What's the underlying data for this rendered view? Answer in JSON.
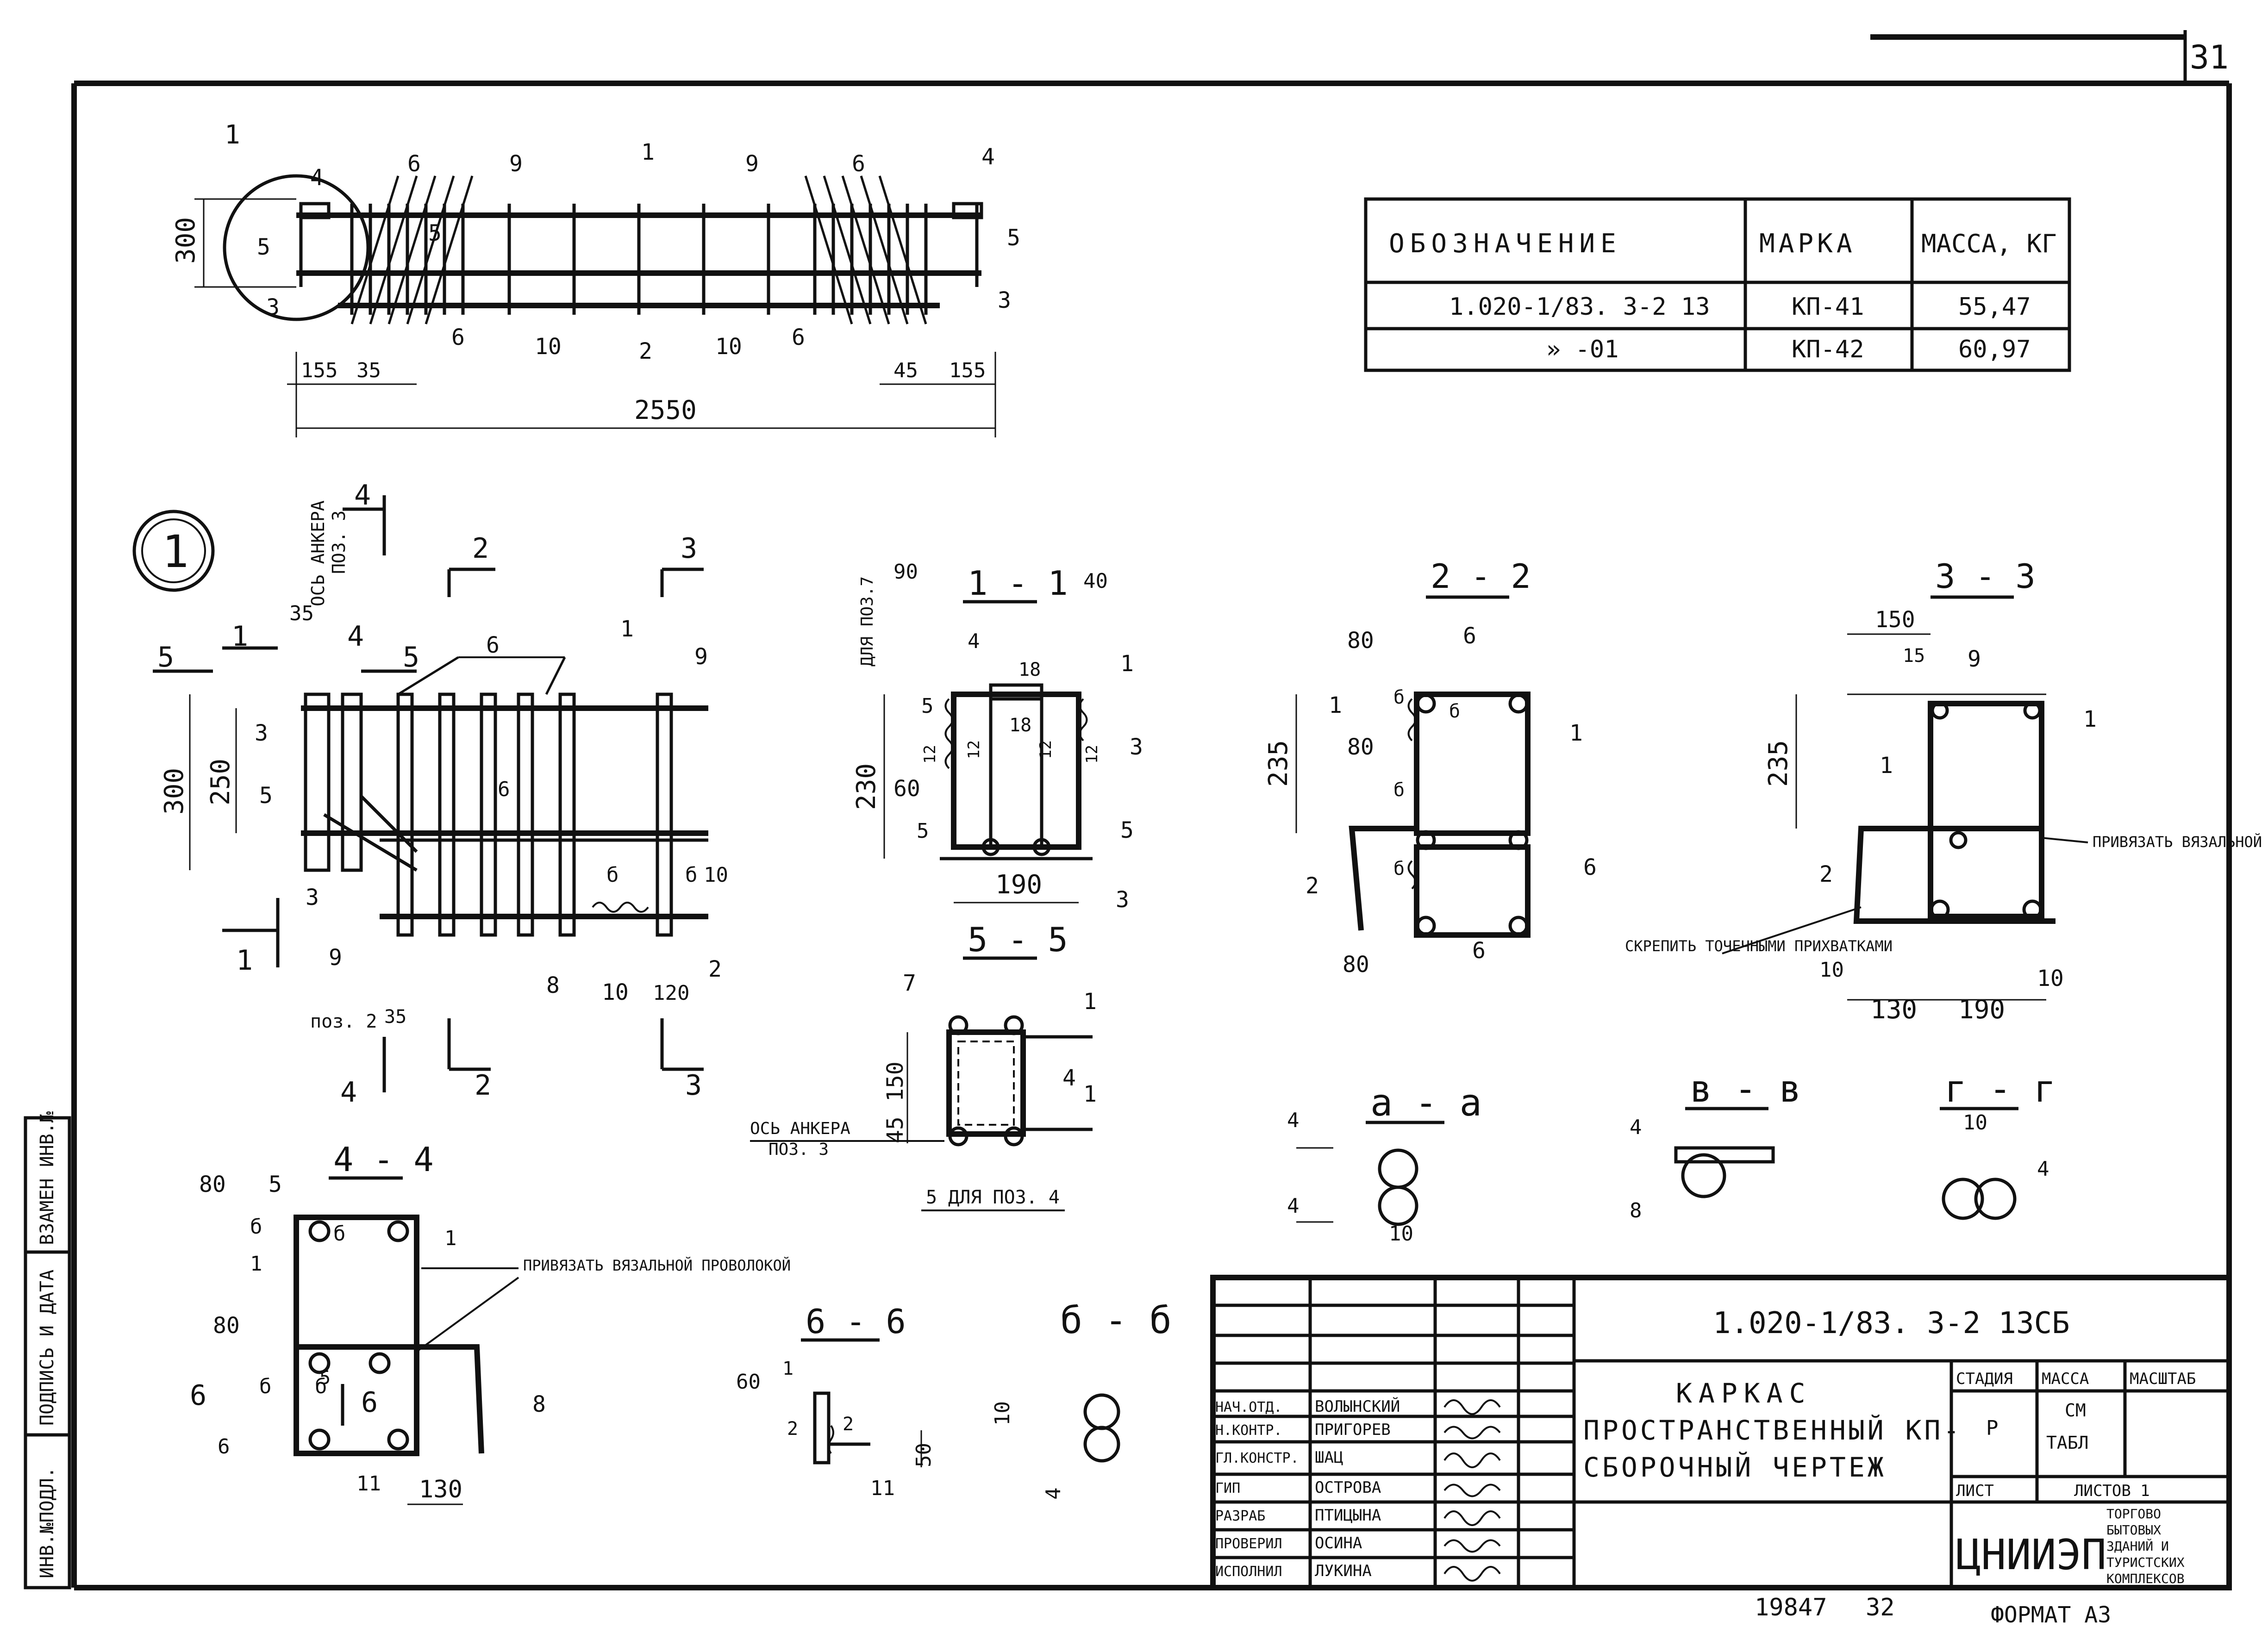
{
  "sheet": {
    "page_number": "31",
    "frame_label": "19847",
    "frame_label_2": "32",
    "format": "ФОРМАТ А3"
  },
  "spec_table": {
    "headers": [
      "ОБОЗНАЧЕНИЕ",
      "МАРКА",
      "МАССА, КГ"
    ],
    "rows": [
      [
        "1.020-1/83. 3-2 13",
        "КП-41",
        "55,47"
      ],
      [
        "»  -01",
        "КП-42",
        "60,97"
      ]
    ]
  },
  "elevation": {
    "dims": {
      "height": "300",
      "length": "2550",
      "d155_left": "155",
      "d35": "35",
      "d45": "45",
      "d155_right": "155"
    },
    "callouts": [
      "1",
      "4",
      "6",
      "9",
      "1",
      "9",
      "6",
      "4",
      "5",
      "3",
      "5",
      "5",
      "3",
      "6",
      "10",
      "2",
      "10",
      "6"
    ]
  },
  "detail_1": {
    "circle_label": "1",
    "axis_label": "ОСЬ АНКЕРА",
    "axis_label_2": "ПОЗ. 3",
    "dims": {
      "d300": "300",
      "d250": "250",
      "d35": "35",
      "d120": "120",
      "pos2": "поз. 2",
      "pos2_35": "35"
    },
    "cut_labels": [
      "5",
      "1",
      "4",
      "5",
      "4",
      "2",
      "3",
      "1",
      "4",
      "2",
      "3"
    ],
    "callouts": [
      "6",
      "1",
      "9",
      "3",
      "5",
      "3",
      "6",
      "б",
      "б",
      "9",
      "8",
      "10",
      "2",
      "10"
    ]
  },
  "section_1_1": {
    "title": "1 - 1",
    "dims": {
      "d90": "90",
      "d40": "40",
      "d18": "18",
      "d18b": "18",
      "d230": "230",
      "d60": "60",
      "d190": "190"
    },
    "note": "ДЛЯ ПОЗ.7",
    "callouts": [
      "4",
      "1",
      "5",
      "3",
      "5",
      "5",
      "3",
      "12",
      "12",
      "12",
      "12"
    ]
  },
  "section_5_5": {
    "title": "5 - 5",
    "dims": {
      "d150": "150",
      "d45": "45"
    },
    "axis_label": "ОСЬ АНКЕРА",
    "axis_label_2": "ПОЗ. 3",
    "note": "5 ДЛЯ ПОЗ. 4",
    "callouts": [
      "7",
      "1",
      "4",
      "1"
    ]
  },
  "section_2_2": {
    "title": "2 - 2",
    "dims": {
      "d235": "235"
    },
    "callouts": [
      "80",
      "6",
      "1",
      "80",
      "1",
      "2",
      "80",
      "6",
      "6",
      "б",
      "б",
      "б",
      "б"
    ]
  },
  "section_3_3": {
    "title": "3 - 3",
    "dims": {
      "d150": "150",
      "d15": "15",
      "d235": "235",
      "d10": "10",
      "d130": "130",
      "d190": "190"
    },
    "note_tie": "ПРИВЯЗАТЬ ВЯЗАЛЬНОЙ ПРОВОЛОКОЙ",
    "note_weld": "СКРЕПИТЬ ТОЧЕЧНЫМИ ПРИХВАТКАМИ",
    "callouts": [
      "9",
      "1",
      "1",
      "2",
      "10"
    ]
  },
  "section_4_4": {
    "title": "4 - 4",
    "dims": {
      "d130": "130"
    },
    "note_tie": "ПРИВЯЗАТЬ ВЯЗАЛЬНОЙ ПРОВОЛОКОЙ",
    "callouts": [
      "80",
      "5",
      "б",
      "б",
      "1",
      "1",
      "80",
      "б",
      "б",
      "6",
      "6",
      "8",
      "6",
      "11",
      "5"
    ]
  },
  "section_6_6": {
    "title": "6 - 6",
    "dims": {
      "d60": "60",
      "d50": "50"
    },
    "callouts": [
      "1",
      "2",
      "2",
      "11"
    ]
  },
  "section_b_b": {
    "title": "б - б",
    "dims": {
      "d10": "10",
      "d4": "4"
    }
  },
  "section_a_a": {
    "title": "а - а",
    "dims": {
      "d4a": "4",
      "d4b": "4",
      "d10": "10"
    }
  },
  "section_v_v": {
    "title": "в - в",
    "dims": {
      "d4": "4",
      "d8": "8"
    }
  },
  "section_g_g": {
    "title": "г - г",
    "dims": {
      "d10": "10",
      "d4": "4"
    }
  },
  "title_block": {
    "code": "1.020-1/83. 3-2 13СБ",
    "name_line1": "КАРКАС",
    "name_line2": "ПРОСТРАНСТВЕННЫЙ КП-",
    "name_line3": "СБОРОЧНЫЙ ЧЕРТЕЖ",
    "stage_label": "СТАДИЯ",
    "mass_label": "МАССА",
    "scale_label": "МАСШТАБ",
    "stage_value": "Р",
    "mass_value_1": "СМ",
    "mass_value_2": "ТАБЛ",
    "sheet_label": "ЛИСТ",
    "sheets_label": "ЛИСТОВ 1",
    "org": "ЦНИИЭП",
    "org_desc": [
      "ТОРГОВО",
      "БЫТОВЫХ",
      "ЗДАНИЙ И",
      "ТУРИСТСКИХ",
      "КОМПЛЕКСОВ"
    ],
    "staff": [
      {
        "role": "НАЧ.ОТД.",
        "name": "ВОЛЫНСКИЙ"
      },
      {
        "role": "Н.КОНТР.",
        "name": "ПРИГОРЕВ"
      },
      {
        "role": "ГЛ.КОНСТР.",
        "name": "ШАЦ"
      },
      {
        "role": "ГИП",
        "name": "ОСТРОВА"
      },
      {
        "role": "РАЗРАБ",
        "name": "ПТИЦЫНА"
      },
      {
        "role": "ПРОВЕРИЛ",
        "name": "ОСИНА"
      },
      {
        "role": "ИСПОЛНИЛ",
        "name": "ЛУКИНА"
      }
    ]
  },
  "side_stamp": [
    "ИНВ.№ПОДЛ.",
    "ПОДПИСЬ И ДАТА",
    "ВЗАМЕН ИНВ.№"
  ]
}
